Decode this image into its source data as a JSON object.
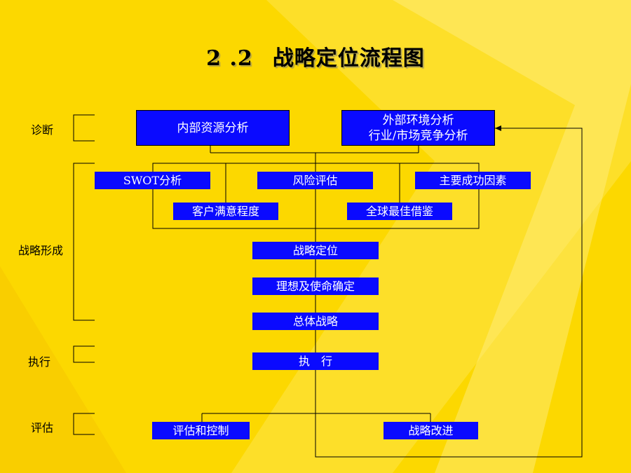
{
  "slide": {
    "title_number": "2 .2",
    "title_text": "战略定位流程图"
  },
  "stages": {
    "diagnosis": "诊断",
    "formation": "战略形成",
    "execution": "执行",
    "evaluation": "评估"
  },
  "boxes": {
    "internal_resources": "内部资源分析",
    "external_line1": "外部环境分析",
    "external_line2": "行业/市场竞争分析",
    "swot": "SWOT分析",
    "risk": "风险评估",
    "key_success": "主要成功因素",
    "customer_satisfaction": "客户满意程度",
    "global_best": "全球最佳借鉴",
    "positioning": "战略定位",
    "vision_mission": "理想及使命确定",
    "overall_strategy": "总体战略",
    "execute": "执　行",
    "evaluate_control": "评估和控制",
    "improve": "战略改进"
  },
  "colors": {
    "background": "#fcd800",
    "box_fill": "#0a0aff",
    "box_text": "#ffffff",
    "line": "#000000"
  }
}
